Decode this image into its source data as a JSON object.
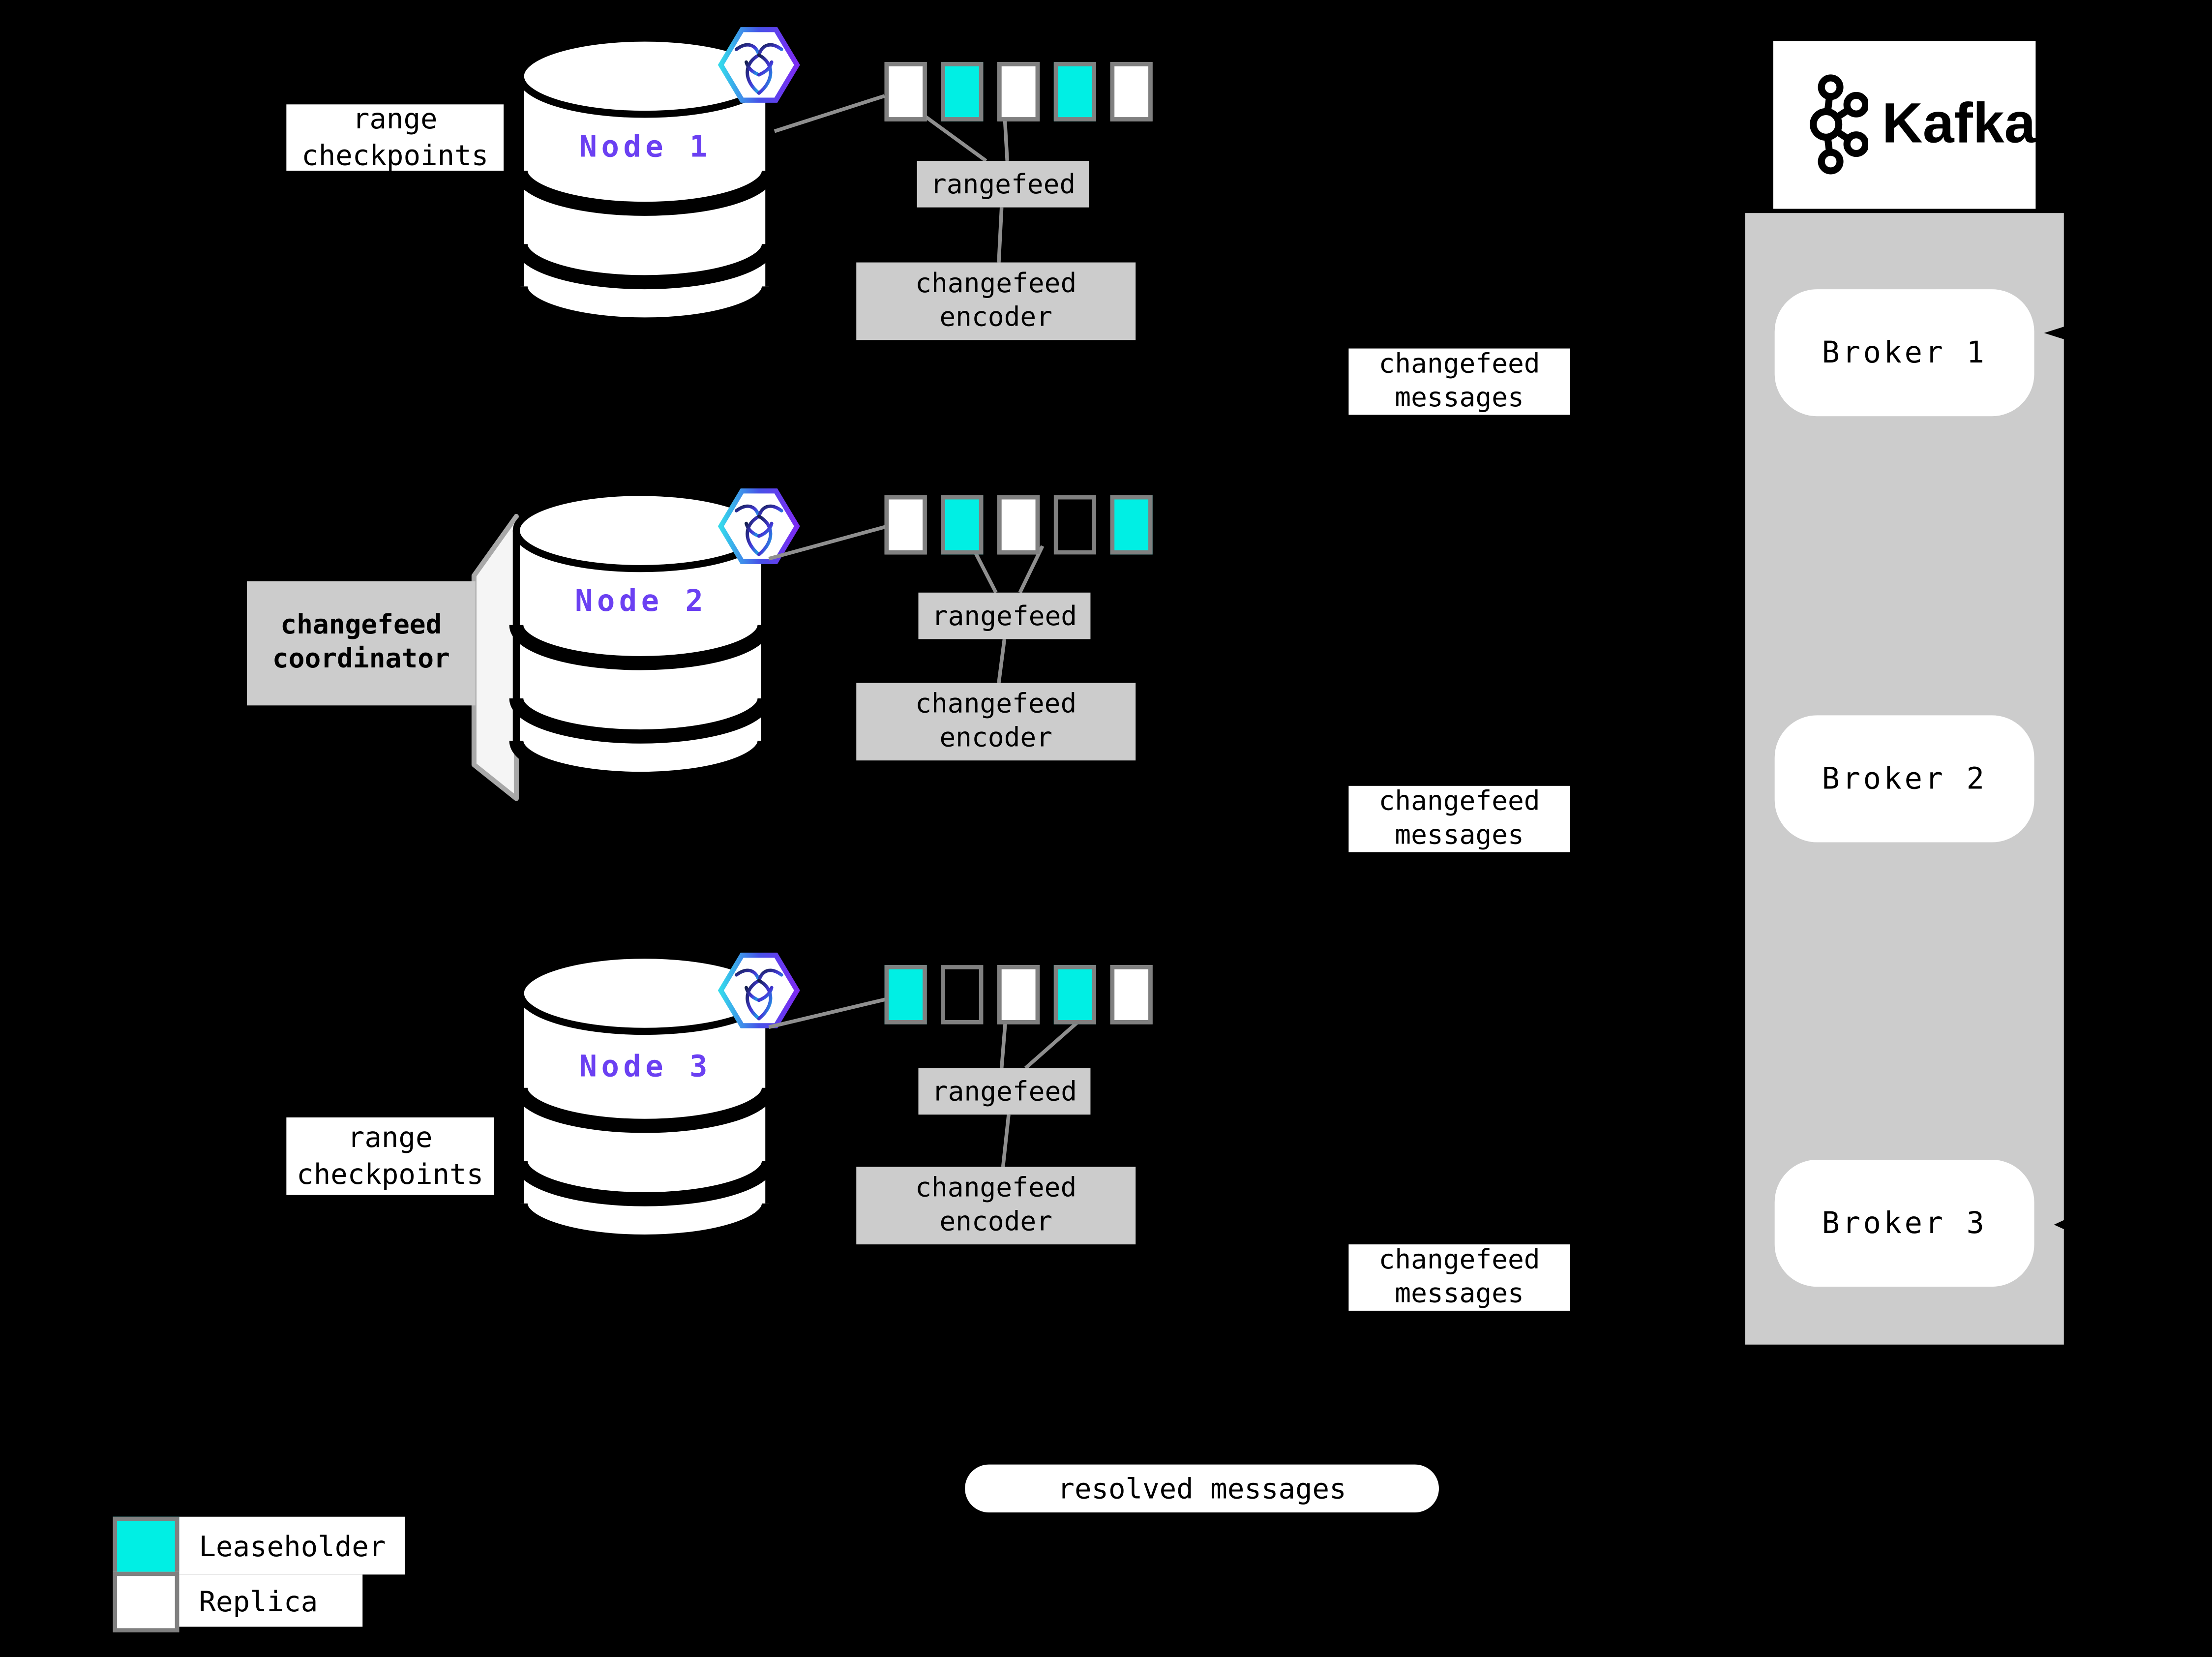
{
  "colors": {
    "background": "#000000",
    "leaseholder": "#00efe4",
    "replica": "#ffffff",
    "box_gray": "#cccccc",
    "swatch_border": "#808080",
    "connector_gray": "#8f8f8f",
    "node_label": "#6b40f2",
    "hex_cyan": "#35d9ec",
    "hex_blue": "#4653e8",
    "hex_purple": "#7c2bf2"
  },
  "nodes": [
    {
      "label": "Node 1",
      "annotation": {
        "line1": "range",
        "line2": "checkpoints"
      },
      "rangefeed_label": "rangefeed",
      "encoder": {
        "line1": "changefeed",
        "line2": "encoder"
      },
      "messages": {
        "line1": "changefeed",
        "line2": "messages"
      },
      "squares": [
        "replica",
        "leaseholder",
        "replica",
        "leaseholder",
        "replica"
      ]
    },
    {
      "label": "Node 2",
      "annotation": {
        "line1": "changefeed",
        "line2": "coordinator"
      },
      "rangefeed_label": "rangefeed",
      "encoder": {
        "line1": "changefeed",
        "line2": "encoder"
      },
      "messages": {
        "line1": "changefeed",
        "line2": "messages"
      },
      "squares": [
        "replica",
        "leaseholder",
        "replica",
        "empty",
        "leaseholder"
      ]
    },
    {
      "label": "Node 3",
      "annotation": {
        "line1": "range",
        "line2": "checkpoints"
      },
      "rangefeed_label": "rangefeed",
      "encoder": {
        "line1": "changefeed",
        "line2": "encoder"
      },
      "messages": {
        "line1": "changefeed",
        "line2": "messages"
      },
      "squares": [
        "leaseholder",
        "empty",
        "replica",
        "leaseholder",
        "replica"
      ]
    }
  ],
  "kafka": {
    "brand": "Kafka",
    "brokers": [
      {
        "label": "Broker 1"
      },
      {
        "label": "Broker 2"
      },
      {
        "label": "Broker 3"
      }
    ]
  },
  "resolved_messages_label": "resolved messages",
  "legend": {
    "leaseholder": "Leaseholder",
    "replica": "Replica"
  },
  "icons": {
    "database": "database-cylinder-icon",
    "cockroachdb": "cockroachdb-logo-icon",
    "kafka_mark": "kafka-logo-icon",
    "broker_arrow": "arrowhead-left-icon"
  }
}
